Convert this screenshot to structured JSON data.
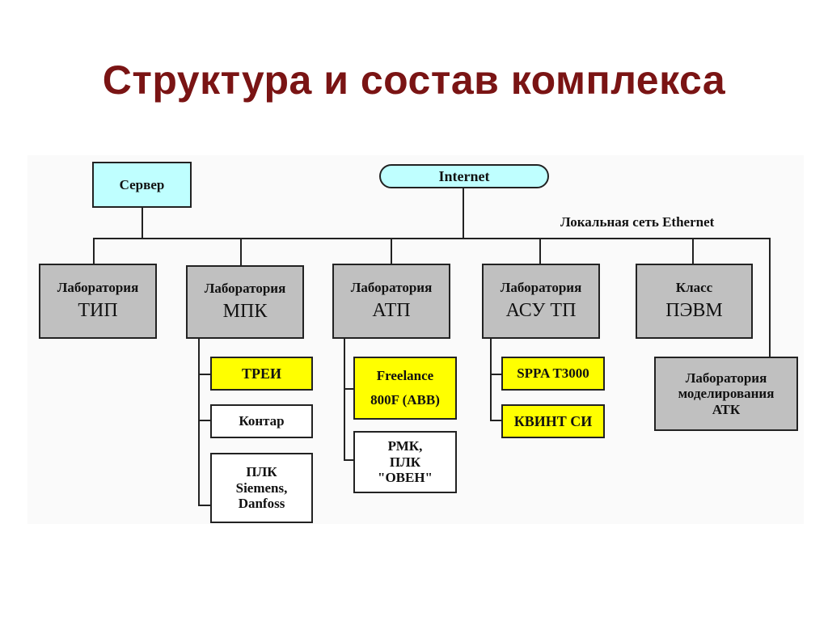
{
  "title": "Структура и состав комплекса",
  "network": {
    "internet": "Internet",
    "server": "Сервер",
    "lan_label": "Локальная сеть Ethernet"
  },
  "labs": [
    {
      "line1": "Лаборатория",
      "line2": "ТИП"
    },
    {
      "line1": "Лаборатория",
      "line2": "МПК"
    },
    {
      "line1": "Лаборатория",
      "line2": "АТП"
    },
    {
      "line1": "Лаборатория",
      "line2": "АСУ ТП"
    },
    {
      "line1": "Класс",
      "line2": "ПЭВМ"
    }
  ],
  "modeling_lab": [
    "Лаборатория",
    "моделирования",
    "АТК"
  ],
  "mpk_items": [
    {
      "lines": [
        "ТРЕИ"
      ],
      "color": "#ffff00"
    },
    {
      "lines": [
        "Контар"
      ],
      "color": "#ffffff"
    },
    {
      "lines": [
        "ПЛК",
        "Siemens,",
        "Danfoss"
      ],
      "color": "#ffffff"
    }
  ],
  "atp_items": [
    {
      "lines": [
        "Freelance",
        "800F (ABB)"
      ],
      "color": "#ffff00"
    },
    {
      "lines": [
        "РМК,",
        "ПЛК",
        "\"ОВЕН\""
      ],
      "color": "#ffffff"
    }
  ],
  "asutp_items": [
    {
      "lines": [
        "SPPA T3000"
      ],
      "color": "#ffff00"
    },
    {
      "lines": [
        "КВИНТ СИ"
      ],
      "color": "#ffff00"
    }
  ],
  "colors": {
    "title": "#7a1414",
    "lab_box": "#c0c0c0",
    "server_box": "#bfffff",
    "internet_box": "#bfffff",
    "highlight": "#ffff00"
  }
}
